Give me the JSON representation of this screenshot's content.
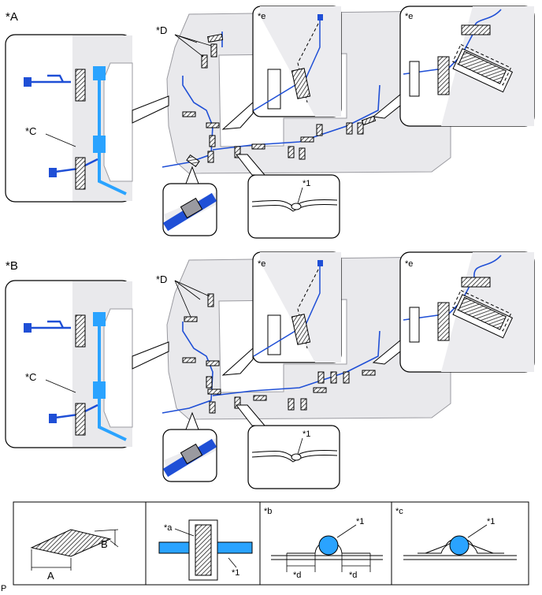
{
  "view_a": {
    "label": "*A",
    "harness_label": "*C",
    "callout_label": "*D",
    "tape_detail_label": "*e",
    "tape_detail_label_2": "*e",
    "section_label": "*1"
  },
  "view_b": {
    "label": "*B",
    "harness_label": "*C",
    "callout_label": "*D",
    "tape_detail_label": "*e",
    "tape_detail_label_2": "*e",
    "section_label": "*1"
  },
  "legend": {
    "dim_a": "A",
    "dim_b": "B",
    "mark_a": "*a",
    "mark_1": "*1",
    "panel_b_label": "*b",
    "panel_b_item": "*1",
    "panel_b_dim_left": "*d",
    "panel_b_dim_right": "*d",
    "panel_c_label": "*c",
    "panel_c_item": "*1"
  },
  "footer_code": "P",
  "colors": {
    "harness": "#1f4fd6",
    "harness_light": "#2aa3ff",
    "roof": "#e9e9ec",
    "roof_edge": "#9a9aa0"
  }
}
